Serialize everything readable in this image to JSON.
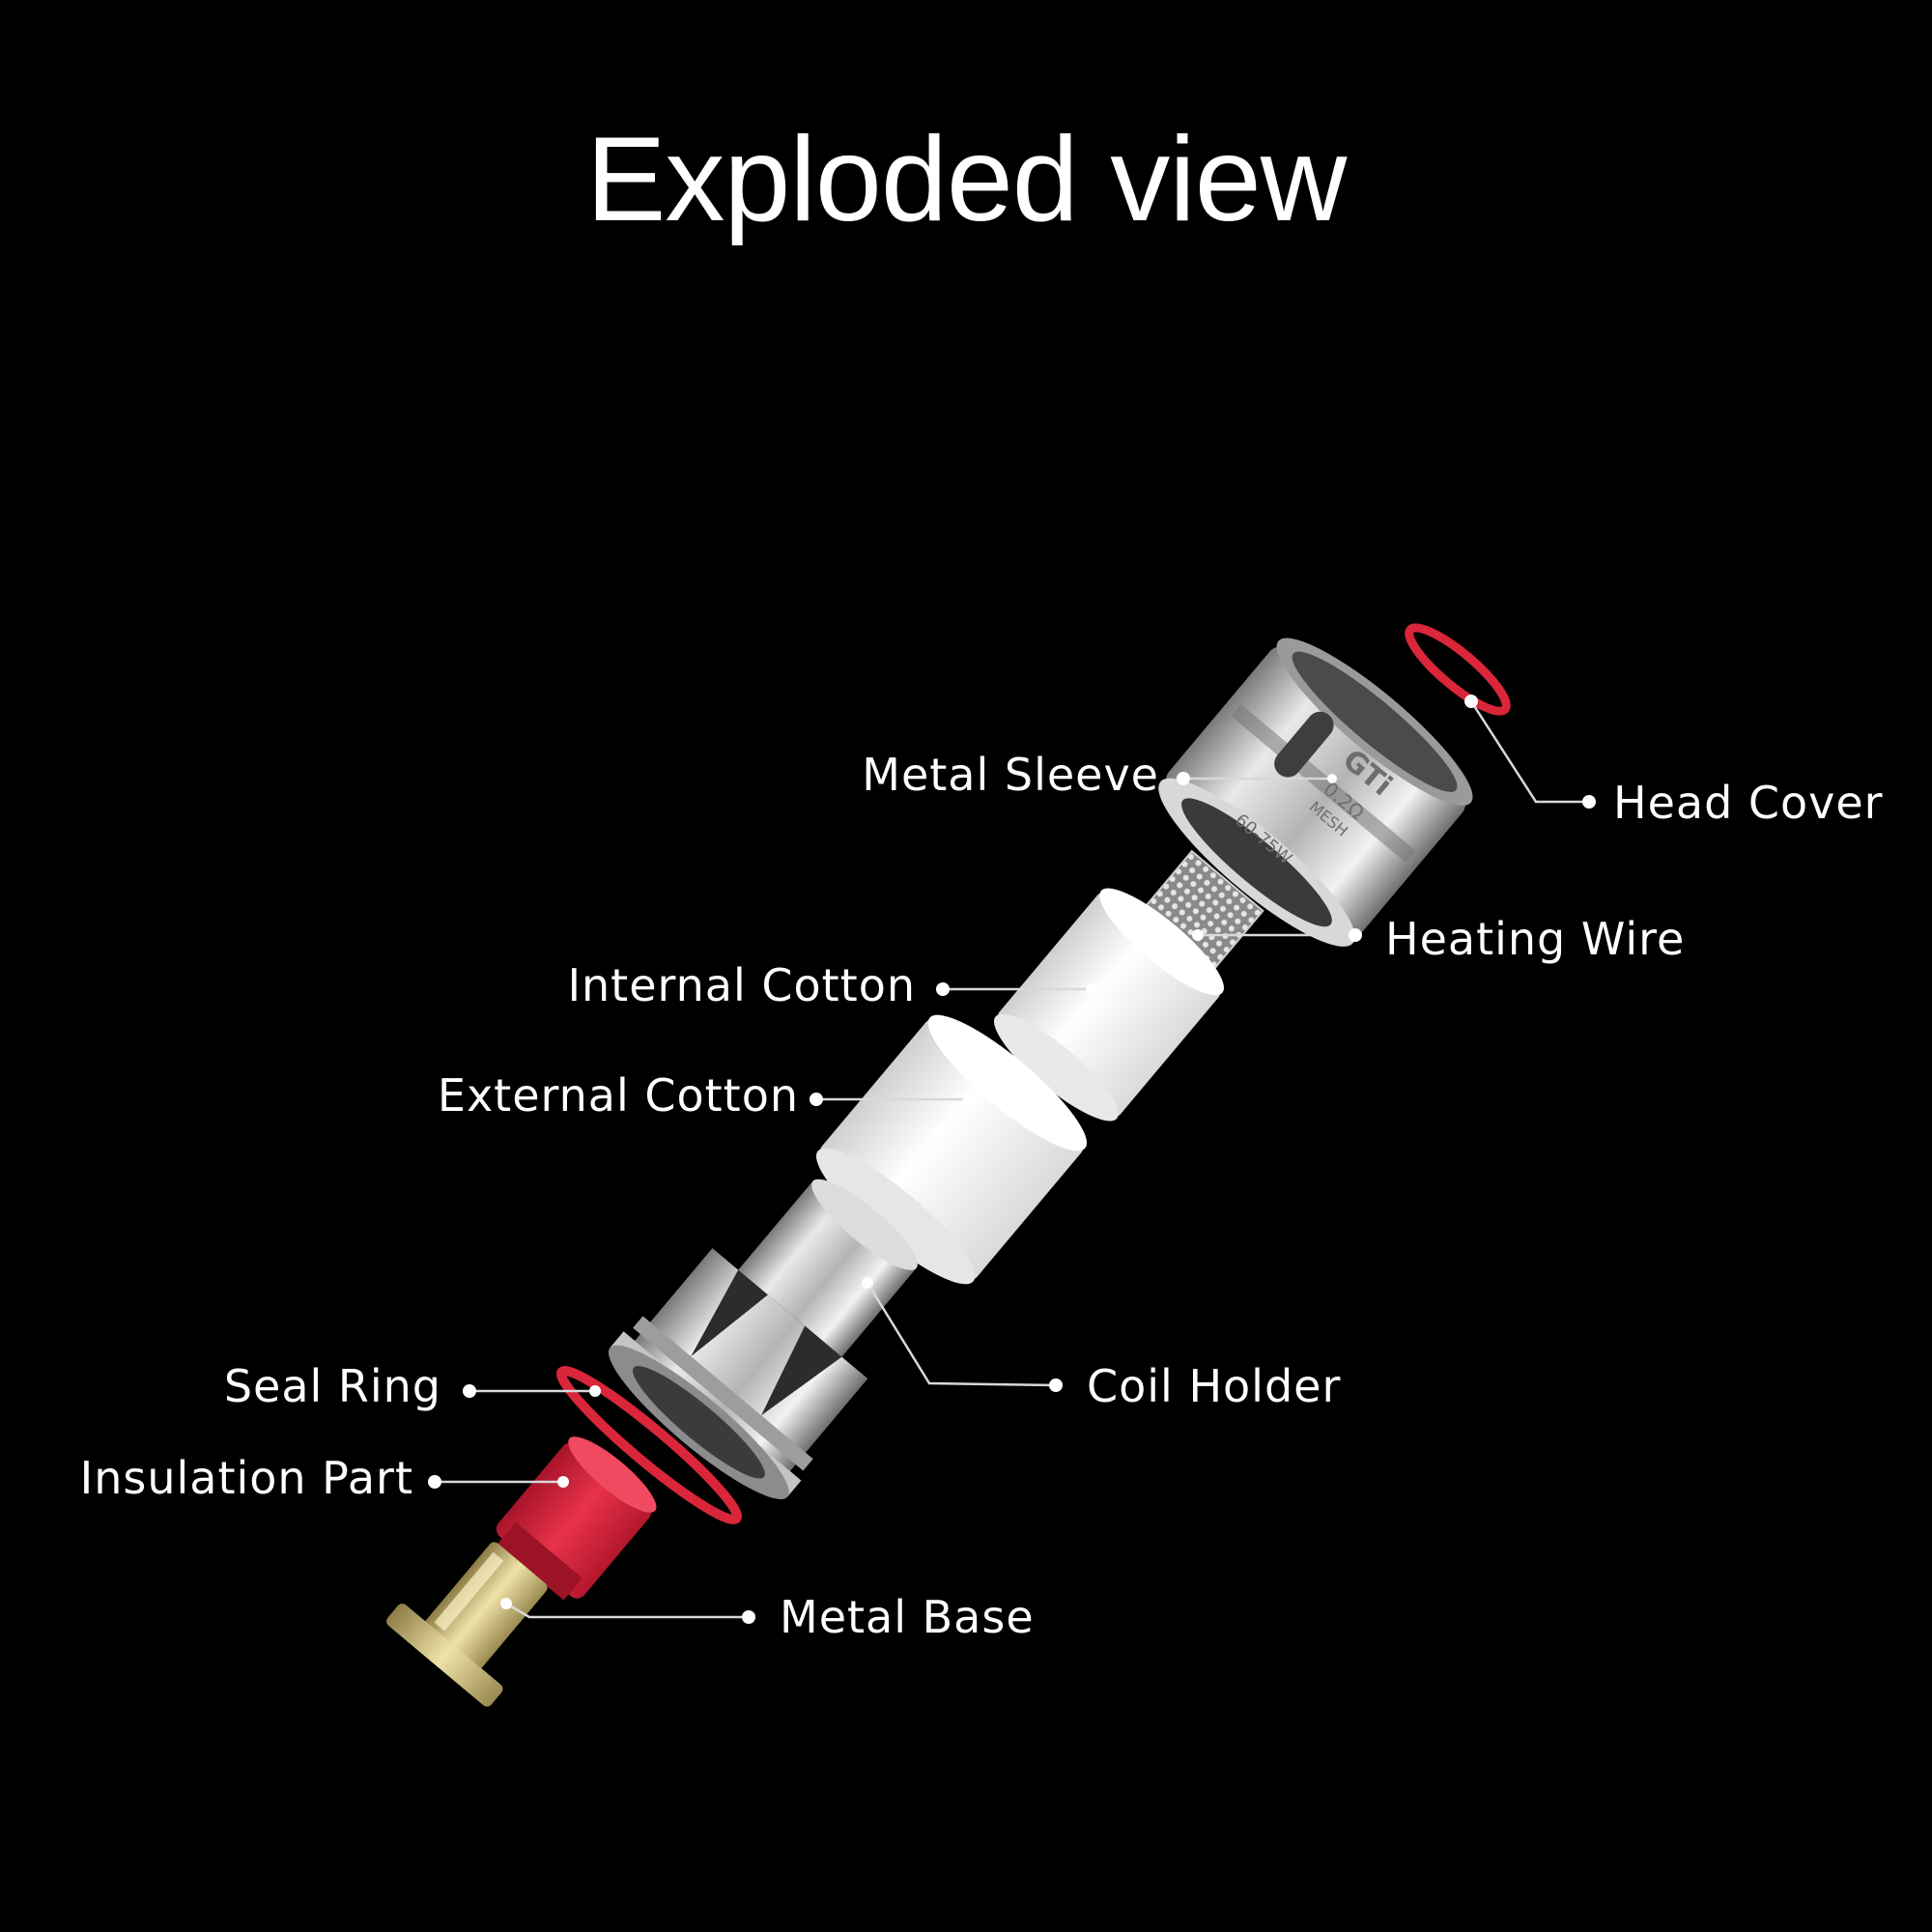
{
  "title": "Exploded view",
  "parts": {
    "metal_sleeve": "Metal Sleeve",
    "head_cover": "Head Cover",
    "heating_wire": "Heating Wire",
    "internal_cotton": "Internal Cotton",
    "external_cotton": "External Cotton",
    "coil_holder": "Coil Holder",
    "seal_ring": "Seal Ring",
    "insulation_part": "Insulation Part",
    "metal_base": "Metal Base"
  },
  "sleeve_engraving": {
    "brand": "GTi",
    "line1": "0.2Ω",
    "line2": "MESH",
    "range": "60-75W"
  },
  "colors": {
    "background": "#000000",
    "red": "#d9263a",
    "metal": "#c9c9c9",
    "cotton": "#f4f4f4",
    "gold": "#d8c88a"
  }
}
